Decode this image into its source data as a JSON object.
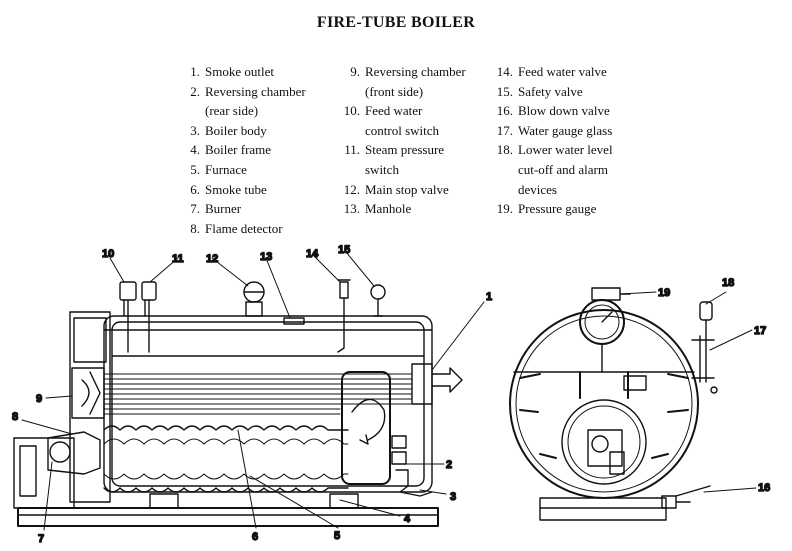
{
  "title": "FIRE-TUBE BOILER",
  "legend": {
    "col1": [
      {
        "num": "1.",
        "text": "Smoke outlet"
      },
      {
        "num": "2.",
        "text": "Reversing chamber\n(rear side)"
      },
      {
        "num": "3.",
        "text": "Boiler body"
      },
      {
        "num": "4.",
        "text": "Boiler frame"
      },
      {
        "num": "5.",
        "text": "Furnace"
      },
      {
        "num": "6.",
        "text": "Smoke tube"
      },
      {
        "num": "7.",
        "text": "Burner"
      },
      {
        "num": "8.",
        "text": "Flame detector"
      }
    ],
    "col2": [
      {
        "num": "9.",
        "text": "Reversing chamber\n(front side)"
      },
      {
        "num": "10.",
        "text": "Feed water\ncontrol switch"
      },
      {
        "num": "11.",
        "text": "Steam pressure\nswitch"
      },
      {
        "num": "12.",
        "text": "Main stop valve"
      },
      {
        "num": "13.",
        "text": "Manhole"
      }
    ],
    "col3": [
      {
        "num": "14.",
        "text": "Feed water valve"
      },
      {
        "num": "15.",
        "text": "Safety valve"
      },
      {
        "num": "16.",
        "text": "Blow down valve"
      },
      {
        "num": "17.",
        "text": "Water gauge glass"
      },
      {
        "num": "18.",
        "text": "Lower water level\ncut-off and alarm\ndevices"
      },
      {
        "num": "19.",
        "text": "Pressure gauge"
      }
    ]
  },
  "callouts": {
    "c1": "1",
    "c2": "2",
    "c3": "3",
    "c4": "4",
    "c5": "5",
    "c6": "6",
    "c7": "7",
    "c8": "8",
    "c9": "9",
    "c10": "10",
    "c11": "11",
    "c12": "12",
    "c13": "13",
    "c14": "14",
    "c15": "15",
    "c16": "16",
    "c17": "17",
    "c18": "18",
    "c19": "19"
  }
}
